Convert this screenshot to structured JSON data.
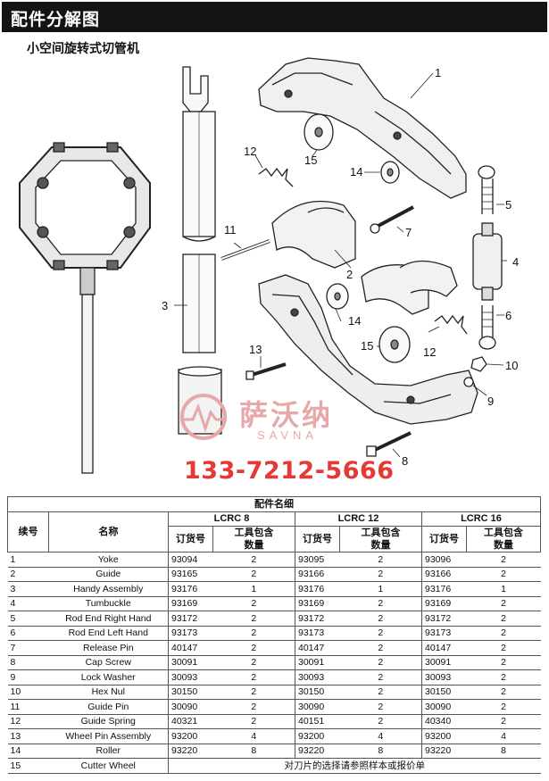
{
  "header": {
    "title": "配件分解图"
  },
  "subtitle": "小空间旋转式切管机",
  "callouts": [
    "1",
    "2",
    "3",
    "4",
    "5",
    "6",
    "7",
    "8",
    "9",
    "10",
    "11",
    "12",
    "12",
    "13",
    "14",
    "14",
    "15",
    "15"
  ],
  "watermark": {
    "brand_cn": "萨沃纳",
    "brand_en": "SAVNA",
    "phone": "133-7212-5666"
  },
  "table": {
    "caption": "配件名细",
    "col_seq": "续号",
    "col_name": "名称",
    "models": [
      "LCRC 8",
      "LCRC 12",
      "LCRC 16"
    ],
    "sub_order": "订货号",
    "sub_qty": "工具包含\n数量",
    "rows": [
      {
        "seq": "1",
        "name": "Yoke",
        "o1": "93094",
        "q1": "2",
        "o2": "93095",
        "q2": "2",
        "o3": "93096",
        "q3": "2"
      },
      {
        "seq": "2",
        "name": "Guide",
        "o1": "93165",
        "q1": "2",
        "o2": "93166",
        "q2": "2",
        "o3": "93166",
        "q3": "2"
      },
      {
        "seq": "3",
        "name": "Handy Assembly",
        "o1": "93176",
        "q1": "1",
        "o2": "93176",
        "q2": "1",
        "o3": "93176",
        "q3": "1"
      },
      {
        "seq": "4",
        "name": "Tumbuckle",
        "o1": "93169",
        "q1": "2",
        "o2": "93169",
        "q2": "2",
        "o3": "93169",
        "q3": "2"
      },
      {
        "seq": "5",
        "name": "Rod End Right Hand",
        "o1": "93172",
        "q1": "2",
        "o2": "93172",
        "q2": "2",
        "o3": "93172",
        "q3": "2"
      },
      {
        "seq": "6",
        "name": "Rod End Left Hand",
        "o1": "93173",
        "q1": "2",
        "o2": "93173",
        "q2": "2",
        "o3": "93173",
        "q3": "2"
      },
      {
        "seq": "7",
        "name": "Release Pin",
        "o1": "40147",
        "q1": "2",
        "o2": "40147",
        "q2": "2",
        "o3": "40147",
        "q3": "2"
      },
      {
        "seq": "8",
        "name": "Cap Screw",
        "o1": "30091",
        "q1": "2",
        "o2": "30091",
        "q2": "2",
        "o3": "30091",
        "q3": "2"
      },
      {
        "seq": "9",
        "name": "Lock Washer",
        "o1": "30093",
        "q1": "2",
        "o2": "30093",
        "q2": "2",
        "o3": "30093",
        "q3": "2"
      },
      {
        "seq": "10",
        "name": "Hex Nul",
        "o1": "30150",
        "q1": "2",
        "o2": "30150",
        "q2": "2",
        "o3": "30150",
        "q3": "2"
      },
      {
        "seq": "11",
        "name": "Guide Pin",
        "o1": "30090",
        "q1": "2",
        "o2": "30090",
        "q2": "2",
        "o3": "30090",
        "q3": "2"
      },
      {
        "seq": "12",
        "name": "Guide Spring",
        "o1": "40321",
        "q1": "2",
        "o2": "40151",
        "q2": "2",
        "o3": "40340",
        "q3": "2"
      },
      {
        "seq": "13",
        "name": "Wheel Pin Assembly",
        "o1": "93200",
        "q1": "4",
        "o2": "93200",
        "q2": "4",
        "o3": "93200",
        "q3": "4"
      },
      {
        "seq": "14",
        "name": "Roller",
        "o1": "93220",
        "q1": "8",
        "o2": "93220",
        "q2": "8",
        "o3": "93220",
        "q3": "8"
      }
    ],
    "last_row": {
      "seq": "15",
      "name": "Cutter Wheel",
      "note": "对刀片的选择请参照样本或报价单"
    }
  }
}
